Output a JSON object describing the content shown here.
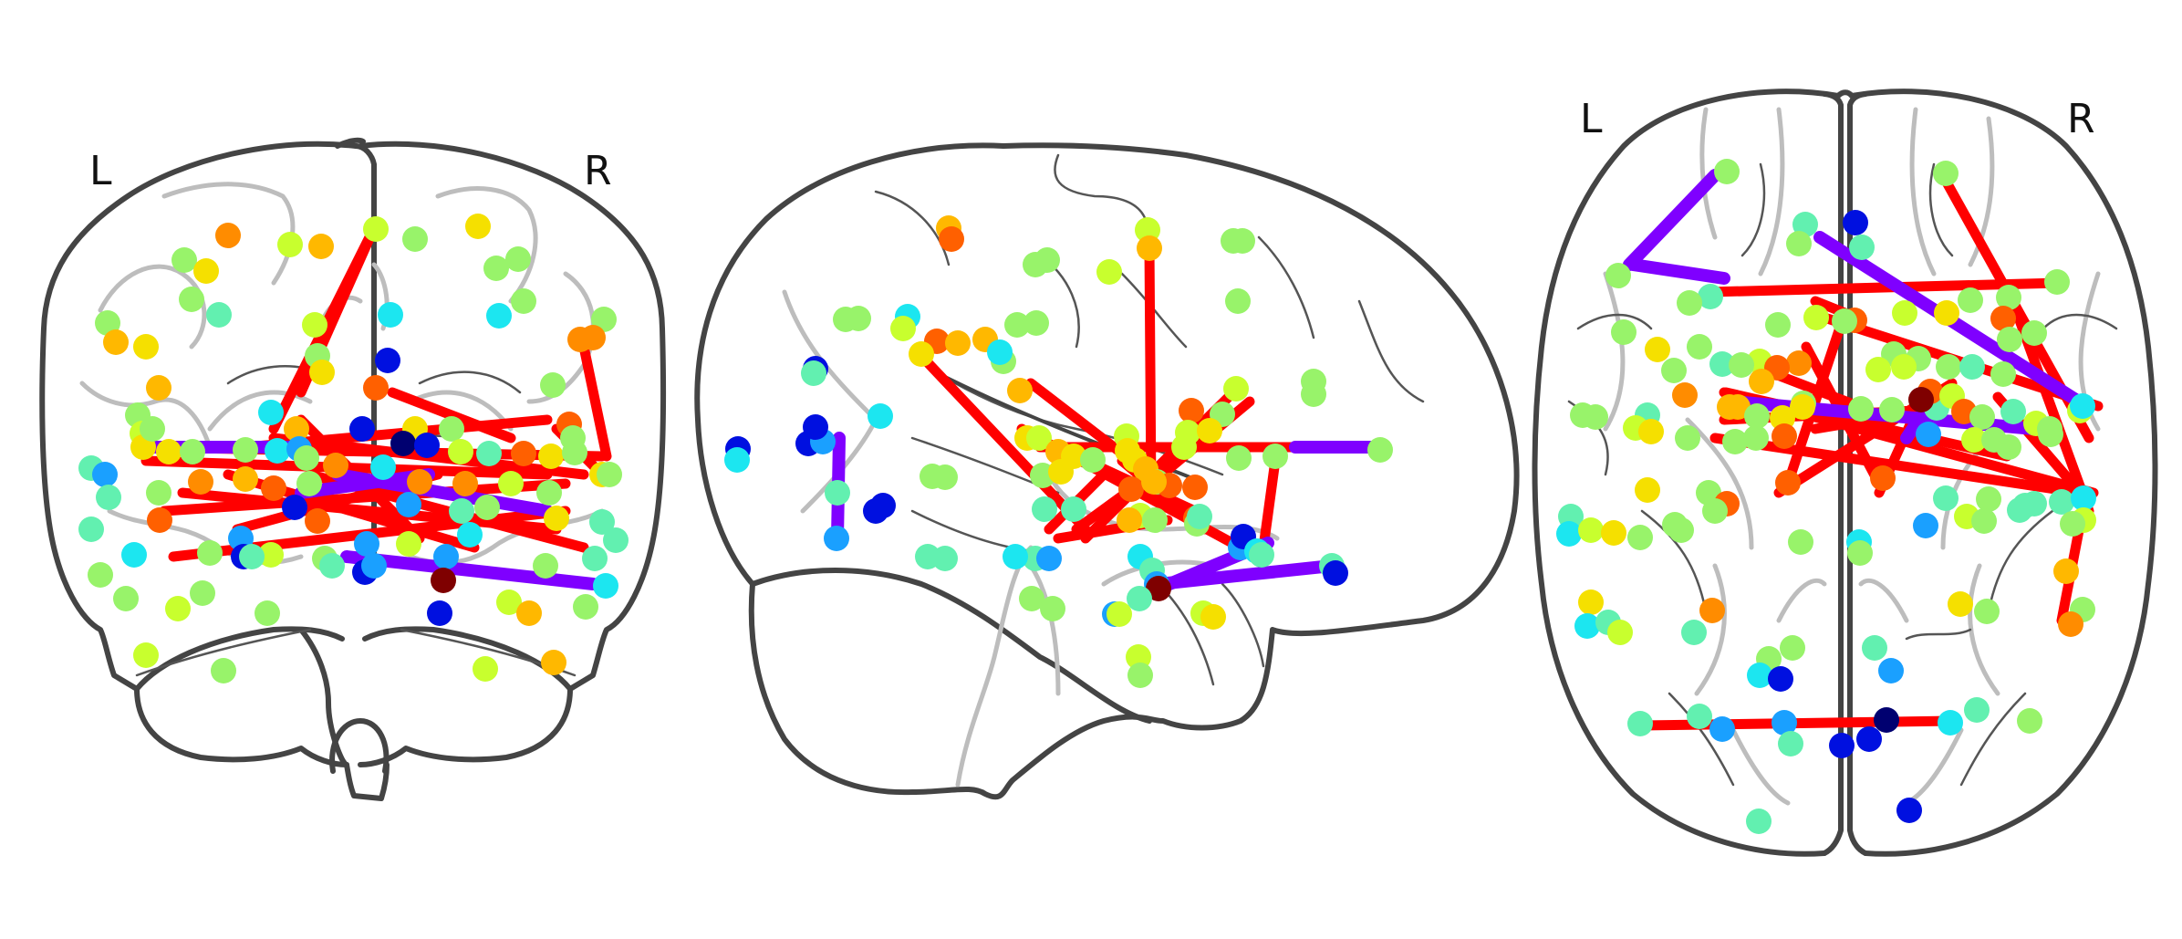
{
  "views": {
    "coronal": {
      "left_label": "L",
      "right_label": "R"
    },
    "axial": {
      "left_label": "L",
      "right_label": "R"
    }
  },
  "colors": {
    "outline": "#444444",
    "sulcus": "#bdbdbd",
    "strong_edge": "#ff0000",
    "weak_edge": "#7f00ff",
    "node_colormap": "jet"
  }
}
